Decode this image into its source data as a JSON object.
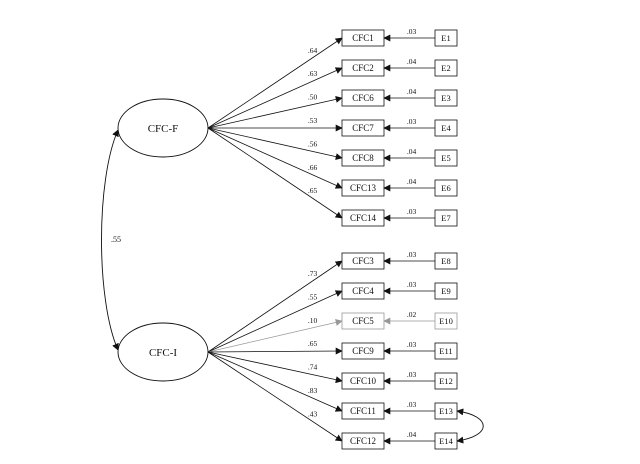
{
  "factors": [
    {
      "id": "CFC-F",
      "label": "CFC-F"
    },
    {
      "id": "CFC-I",
      "label": "CFC-I"
    }
  ],
  "factor_correlation": ".55",
  "error_correlation": {
    "from": "E13",
    "to": "E14"
  },
  "indicators": [
    {
      "factor": "CFC-F",
      "label": "CFC1",
      "loading": ".64",
      "error": "E1",
      "error_weight": ".03"
    },
    {
      "factor": "CFC-F",
      "label": "CFC2",
      "loading": ".63",
      "error": "E2",
      "error_weight": ".04"
    },
    {
      "factor": "CFC-F",
      "label": "CFC6",
      "loading": ".50",
      "error": "E3",
      "error_weight": ".04"
    },
    {
      "factor": "CFC-F",
      "label": "CFC7",
      "loading": ".53",
      "error": "E4",
      "error_weight": ".03"
    },
    {
      "factor": "CFC-F",
      "label": "CFC8",
      "loading": ".56",
      "error": "E5",
      "error_weight": ".04"
    },
    {
      "factor": "CFC-F",
      "label": "CFC13",
      "loading": ".66",
      "error": "E6",
      "error_weight": ".04"
    },
    {
      "factor": "CFC-F",
      "label": "CFC14",
      "loading": ".65",
      "error": "E7",
      "error_weight": ".03"
    },
    {
      "factor": "CFC-I",
      "label": "CFC3",
      "loading": ".73",
      "error": "E8",
      "error_weight": ".03"
    },
    {
      "factor": "CFC-I",
      "label": "CFC4",
      "loading": ".55",
      "error": "E9",
      "error_weight": ".03"
    },
    {
      "factor": "CFC-I",
      "label": "CFC5",
      "loading": ".10",
      "error": "E10",
      "error_weight": ".02",
      "faint": true
    },
    {
      "factor": "CFC-I",
      "label": "CFC9",
      "loading": ".65",
      "error": "E11",
      "error_weight": ".03"
    },
    {
      "factor": "CFC-I",
      "label": "CFC10",
      "loading": ".74",
      "error": "E12",
      "error_weight": ".03"
    },
    {
      "factor": "CFC-I",
      "label": "CFC11",
      "loading": ".83",
      "error": "E13",
      "error_weight": ".03"
    },
    {
      "factor": "CFC-I",
      "label": "CFC12",
      "loading": ".43",
      "error": "E14",
      "error_weight": ".04"
    }
  ]
}
